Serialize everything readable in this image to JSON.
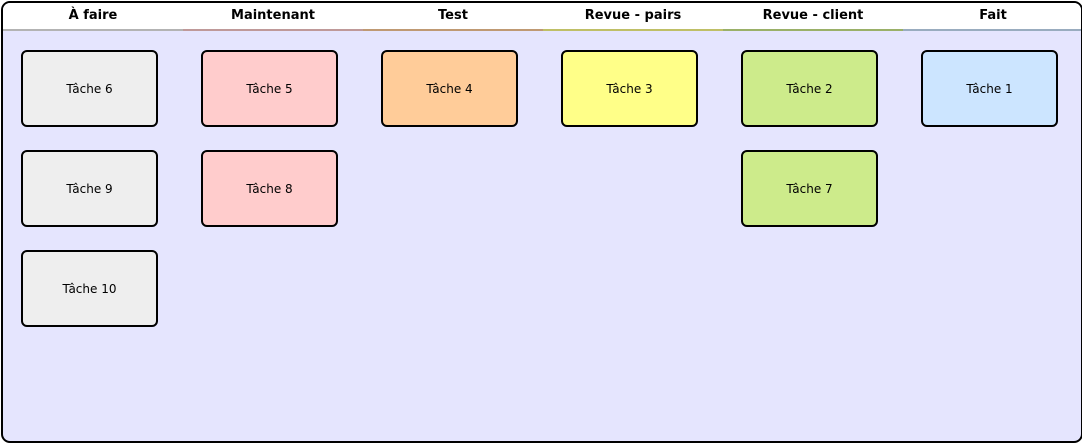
{
  "columns": [
    {
      "title": "À faire",
      "color": "#eeeeee"
    },
    {
      "title": "Maintenant",
      "color": "#ffcccc"
    },
    {
      "title": "Test",
      "color": "#ffcc99"
    },
    {
      "title": "Revue - pairs",
      "color": "#ffff88"
    },
    {
      "title": "Revue - client",
      "color": "#cdeb8b"
    },
    {
      "title": "Fait",
      "color": "#cce5ff"
    }
  ],
  "cards": [
    {
      "label": "Tâche 6",
      "column": 0,
      "row": 0
    },
    {
      "label": "Tâche 9",
      "column": 0,
      "row": 1
    },
    {
      "label": "Tâche 10",
      "column": 0,
      "row": 2
    },
    {
      "label": "Tâche 5",
      "column": 1,
      "row": 0
    },
    {
      "label": "Tâche 8",
      "column": 1,
      "row": 1
    },
    {
      "label": "Tâche 4",
      "column": 2,
      "row": 0
    },
    {
      "label": "Tâche 3",
      "column": 3,
      "row": 0
    },
    {
      "label": "Tâche 2",
      "column": 4,
      "row": 0
    },
    {
      "label": "Tâche 7",
      "column": 4,
      "row": 1
    },
    {
      "label": "Tâche 1",
      "column": 5,
      "row": 0
    }
  ]
}
